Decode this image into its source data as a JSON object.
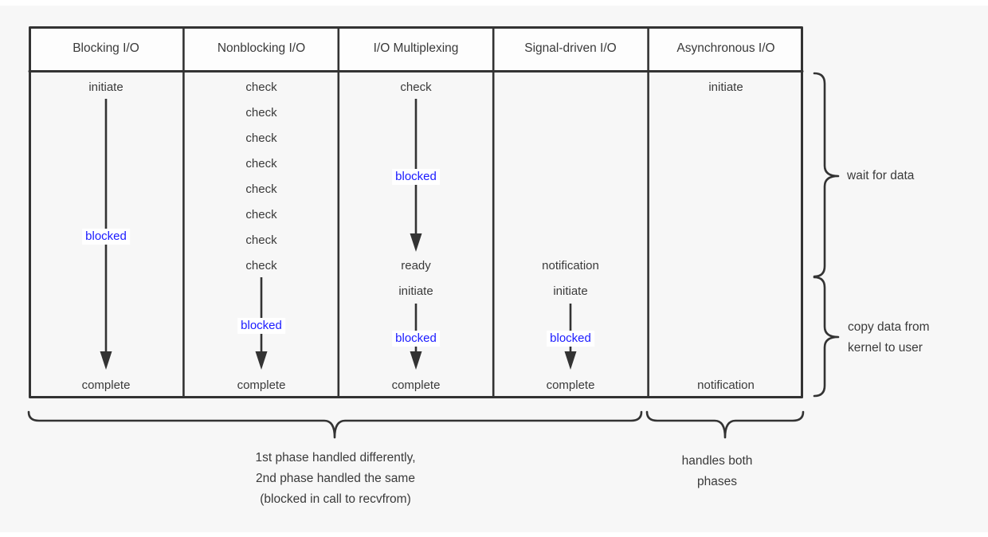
{
  "columns": [
    {
      "header": "Blocking I/O",
      "initiate": "initiate",
      "blocked": "blocked",
      "complete": "complete"
    },
    {
      "header": "Nonblocking I/O",
      "checks": [
        "check",
        "check",
        "check",
        "check",
        "check",
        "check",
        "check",
        "check"
      ],
      "blocked": "blocked",
      "complete": "complete"
    },
    {
      "header": "I/O Multiplexing",
      "check": "check",
      "blocked_wait": "blocked",
      "ready": "ready",
      "initiate": "initiate",
      "blocked_copy": "blocked",
      "complete": "complete"
    },
    {
      "header": "Signal-driven I/O",
      "notification": "notification",
      "initiate": "initiate",
      "blocked": "blocked",
      "complete": "complete"
    },
    {
      "header": "Asynchronous I/O",
      "initiate": "initiate",
      "notification": "notification"
    }
  ],
  "side_annotations": {
    "wait_for_data": "wait for data",
    "copy_line1": "copy data from",
    "copy_line2": "kernel to user"
  },
  "bottom_annotations": {
    "left_line1": "1st phase handled differently,",
    "left_line2": "2nd phase handled the same",
    "left_line3": "(blocked in call to recvfrom)",
    "right_line1": "handles both",
    "right_line2": "phases"
  },
  "colors": {
    "background": "#f7f7f7",
    "surface_white": "#ffffff",
    "header_bg": "#fdfdfd",
    "line": "#333333",
    "text": "#3a3a3a",
    "blocked_text": "#1a1aff",
    "blocked_bg": "#ffffff"
  }
}
